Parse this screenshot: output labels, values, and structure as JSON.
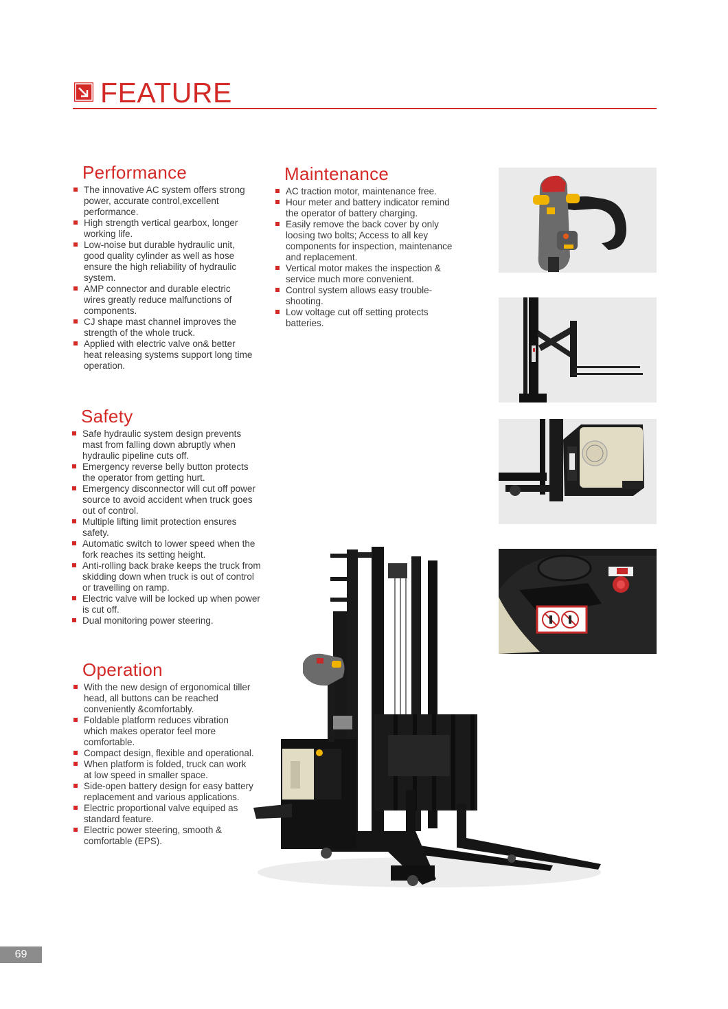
{
  "header": {
    "title": "FEATURE"
  },
  "performance": {
    "title": "Performance",
    "items": [
      "The innovative AC system offers strong power, accurate control,excellent performance.",
      "High strength vertical gearbox, longer working life.",
      "Low-noise but durable hydraulic unit, good quality cylinder as well as hose ensure the high reliability of hydraulic system.",
      "AMP connector and durable electric wires greatly reduce malfunctions of components.",
      "CJ shape mast channel improves the strength of the whole truck.",
      "Applied  with electric valve on& better heat releasing systems support long time operation."
    ]
  },
  "maintenance": {
    "title": "Maintenance",
    "items": [
      "AC traction motor, maintenance free.",
      "Hour meter and battery indicator remind the operator of battery charging.",
      "Easily remove the back cover by only loosing two bolts; Access to all key components for inspection, maintenance and replacement.",
      "Vertical motor  makes the inspection & service much more convenient.",
      "Control system allows easy trouble-shooting.",
      "Low voltage cut off setting protects batteries."
    ]
  },
  "safety": {
    "title": "Safety",
    "items": [
      "Safe hydraulic system design prevents mast from falling down abruptly when hydraulic pipeline  cuts off.",
      "Emergency reverse belly button protects the operator from getting hurt.",
      "Emergency disconnector will cut off power source to avoid accident when truck goes out of control.",
      "Multiple lifting limit protection ensures safety.",
      "Automatic switch to lower speed when the fork reaches its setting height.",
      "Anti-rolling back brake keeps the truck from skidding down when truck is out of control or travelling on ramp.",
      "Electric valve will be locked up when power is cut off.",
      "Dual monitoring power steering."
    ]
  },
  "operation": {
    "title": "Operation",
    "items": [
      "With the new design of ergonomical tiller head, all buttons can be reached conveniently &comfortably.",
      "Foldable platform reduces vibration which makes operator feel more comfortable.",
      "Compact design, flexible and operational.",
      "When platform is folded,  truck can work at low speed in smaller space.",
      "Side-open battery design for easy battery replacement and various applications.",
      "Electric proportional valve equiped as standard feature.",
      "Electric power steering, smooth & comfortable (EPS)."
    ]
  },
  "page_number": "69",
  "colors": {
    "accent": "#d42a27",
    "text": "#3a3a3a",
    "photo_bg": "#eaeaea",
    "page_badge": "#8c8c8c"
  }
}
